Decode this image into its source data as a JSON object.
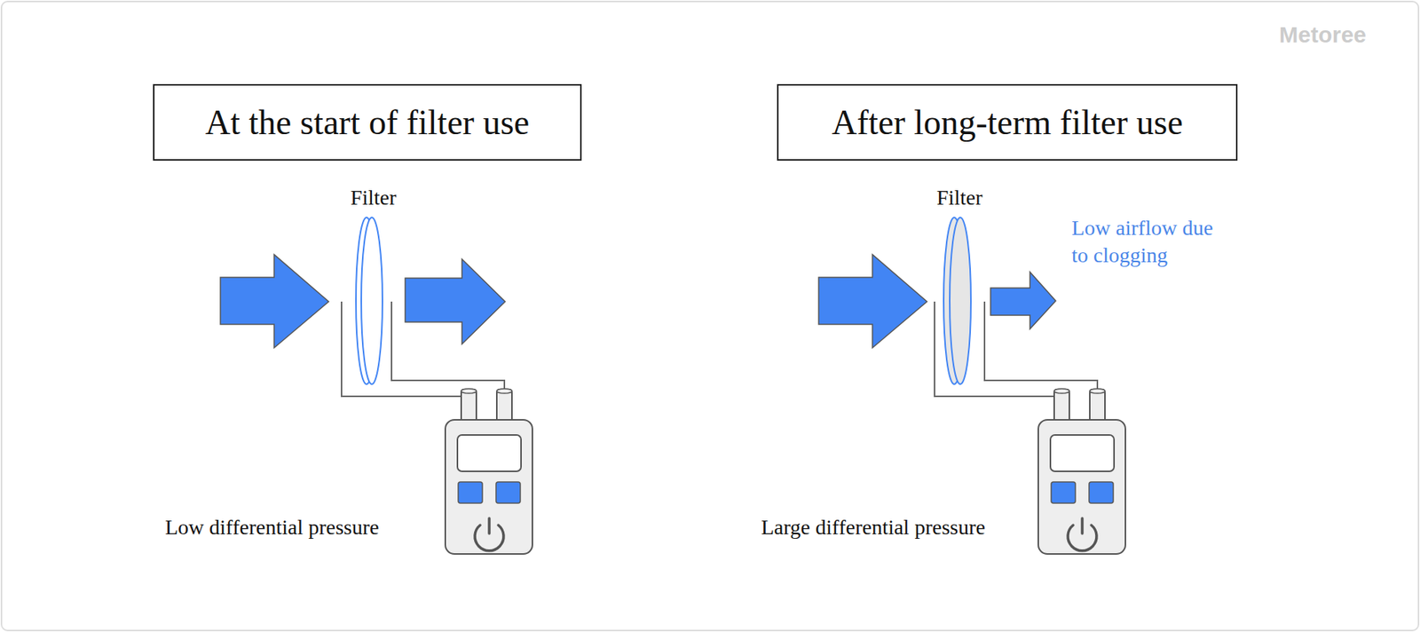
{
  "diagram": {
    "nodes": [
      {
        "text": [
          "At the start of filter use"
        ]
      },
      {
        "text": [
          "After long-term filter use"
        ]
      }
    ],
    "labels": [
      "Filter",
      "Low differential pressure",
      "Filter",
      "Low airflow due to clogging",
      "Large differential pressure",
      "Metoree"
    ]
  }
}
